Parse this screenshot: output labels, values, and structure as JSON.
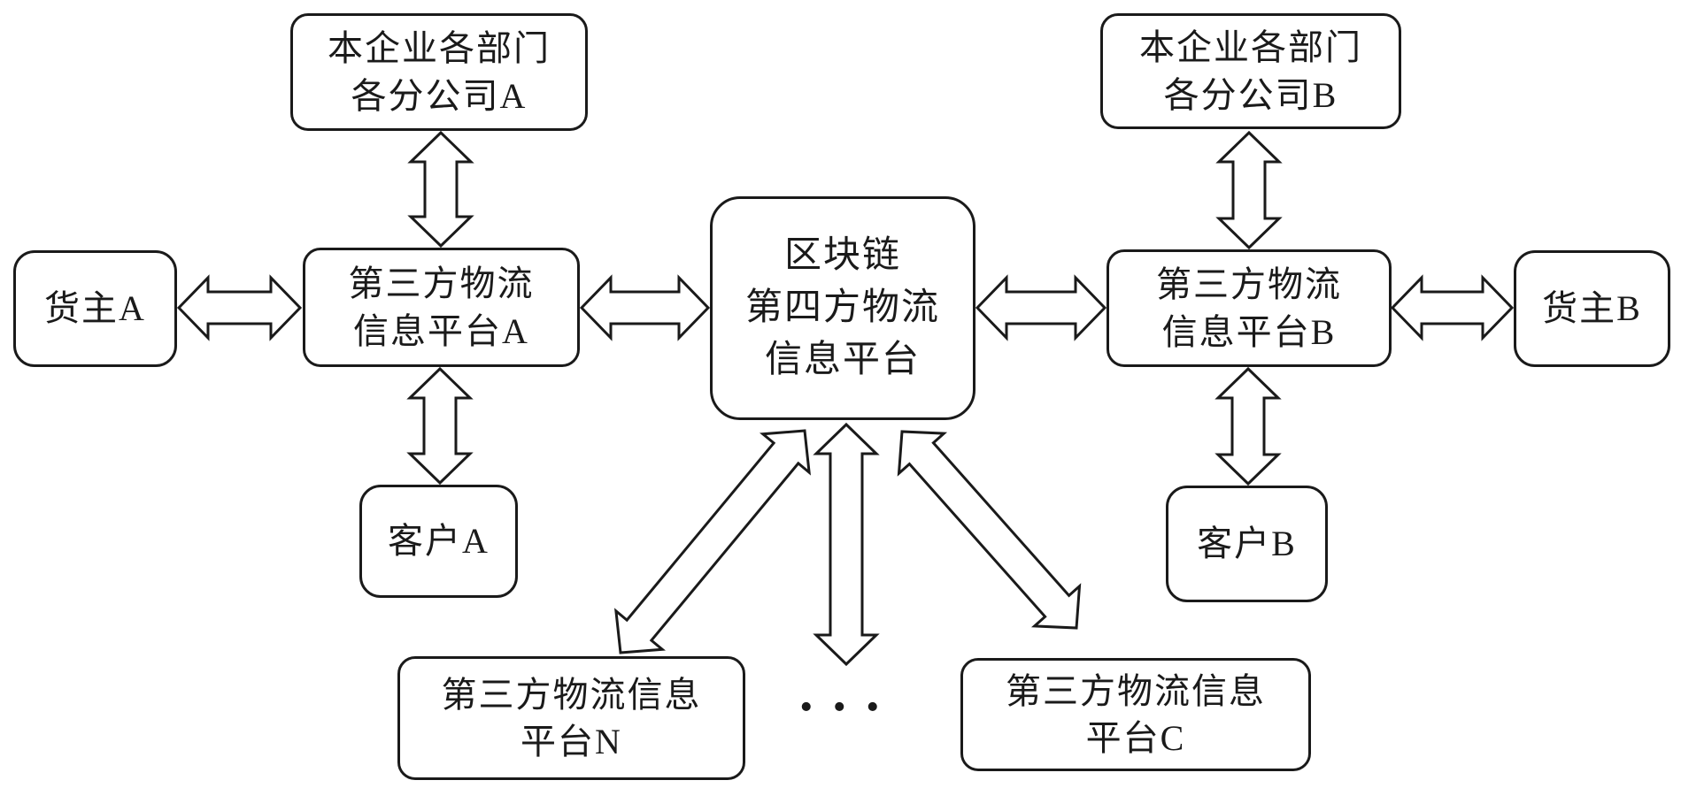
{
  "diagram": {
    "colors": {
      "line": "#1a1a1a",
      "background": "#ffffff"
    },
    "nodes": {
      "company_a": {
        "label": "本企业各部门\n各分公司A"
      },
      "company_b": {
        "label": "本企业各部门\n各分公司B"
      },
      "shipper_a": {
        "label": "货主A"
      },
      "shipper_b": {
        "label": "货主B"
      },
      "platform_a": {
        "label": "第三方物流\n信息平台A"
      },
      "platform_b": {
        "label": "第三方物流\n信息平台B"
      },
      "blockchain_platform": {
        "label": "区块链\n第四方物流\n信息平台"
      },
      "customer_a": {
        "label": "客户A"
      },
      "customer_b": {
        "label": "客户B"
      },
      "platform_n": {
        "label": "第三方物流信息\n平台N"
      },
      "platform_c": {
        "label": "第三方物流信息\n平台C"
      }
    },
    "ellipsis": "...",
    "connections": [
      {
        "from": "company_a",
        "to": "platform_a",
        "direction": "bidirectional"
      },
      {
        "from": "shipper_a",
        "to": "platform_a",
        "direction": "bidirectional"
      },
      {
        "from": "platform_a",
        "to": "blockchain_platform",
        "direction": "bidirectional"
      },
      {
        "from": "platform_a",
        "to": "customer_a",
        "direction": "bidirectional"
      },
      {
        "from": "company_b",
        "to": "platform_b",
        "direction": "bidirectional"
      },
      {
        "from": "blockchain_platform",
        "to": "platform_b",
        "direction": "bidirectional"
      },
      {
        "from": "platform_b",
        "to": "shipper_b",
        "direction": "bidirectional"
      },
      {
        "from": "platform_b",
        "to": "customer_b",
        "direction": "bidirectional"
      },
      {
        "from": "blockchain_platform",
        "to": "platform_n",
        "direction": "bidirectional"
      },
      {
        "from": "blockchain_platform",
        "to": "ellipsis",
        "direction": "bidirectional"
      },
      {
        "from": "blockchain_platform",
        "to": "platform_c",
        "direction": "bidirectional"
      }
    ]
  }
}
